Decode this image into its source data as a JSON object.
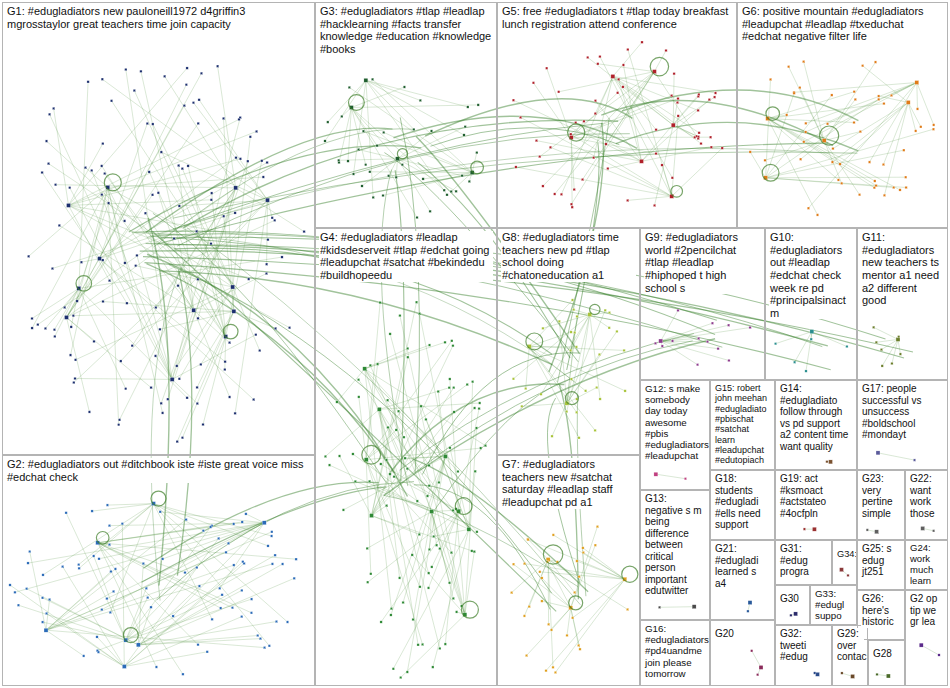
{
  "diagram": {
    "nodes": [
      {
        "text": [
          "G1: #edugladiators new pauloneill1972 d4griffin3 mgrosstaylor great teachers time join capacity"
        ]
      },
      {
        "text": [
          "G3: #edugladiators #tlap #leadlap #hacklearning #facts transfer knowledge #education #knowledge #books"
        ]
      },
      {
        "text": [
          "G5: free #edugladiators t #tlap today breakfast lunch registration attend conference"
        ]
      },
      {
        "text": [
          "G6: positive mountain #edugladiators #leadupchat #leadlap #txeduchat #edchat negative filter life"
        ]
      },
      {
        "text": [
          "G4: #edugladiators #leadlap #kidsdeserveit #tlap #edchat going #leadupchat #satchat #bekindedu #buildhopeedu"
        ]
      },
      {
        "text": [
          "G8: #edugladiators time teachers new pd #tlap school doing #chatoneducation a1"
        ]
      },
      {
        "text": [
          "G9: #edugladiators world #2pencilchat #tlap #leadlap #hiphoped t high school s"
        ]
      },
      {
        "text": [
          "G10: #edugladiators out #leadlap #edchat check week re pd #principalsinact m"
        ]
      },
      {
        "text": [
          "G11: #edugladiators new teachers ts mentor a1 need a2 different good"
        ]
      },
      {
        "text": [
          "G12: s make somebody day today awesome #pbis #edugladiators #leadupchat"
        ]
      },
      {
        "text": [
          "G15: robert john meehan #edugladiato #pbischat #satchat learn #leadupchat #edutopiach"
        ]
      },
      {
        "text": [
          "G14: #edugladiato follow through vs pd support a2 content time want quality"
        ]
      },
      {
        "text": [
          "G17: people successful vs unsuccess #boldschool #mondayt"
        ]
      },
      {
        "text": [
          "G2: #edugladiators out #ditchbook iste #iste great voice miss #edchat check"
        ]
      },
      {
        "text": [
          "G7: #edugladiators teachers new #satchat saturday #leadlap staff #leadupchat pd a1"
        ]
      },
      {
        "text": [
          "G13: negative s m being difference between critical person important edutwitter"
        ]
      },
      {
        "text": [
          "G18: students #edugladi #ells need support"
        ]
      },
      {
        "text": [
          "G19: act #ksmoact #actstateo #4ocfpln"
        ]
      },
      {
        "text": [
          "G23: very pertine simple"
        ]
      },
      {
        "text": [
          "G22: want work those"
        ]
      },
      {
        "text": [
          "G21: #edugladi learned s a4"
        ]
      },
      {
        "text": [
          "G31: #edug progra"
        ]
      },
      {
        "text": [
          "G34:"
        ]
      },
      {
        "text": [
          "G25: s edug jt251"
        ]
      },
      {
        "text": [
          "G24: work much learn"
        ]
      },
      {
        "text": [
          "G30"
        ]
      },
      {
        "text": [
          "G33: #edugl suppo"
        ]
      },
      {
        "text": [
          "G26: here's historic"
        ]
      },
      {
        "text": [
          "G2 op tip we gr lea"
        ]
      },
      {
        "text": [
          "G16: #edugladiators #pd4uandme join please tomorrow"
        ]
      },
      {
        "text": [
          "G20"
        ]
      },
      {
        "text": [
          "G32: tweeti #edug"
        ]
      },
      {
        "text": [
          "G29: over contac"
        ]
      },
      {
        "text": [
          "G28"
        ]
      }
    ]
  }
}
